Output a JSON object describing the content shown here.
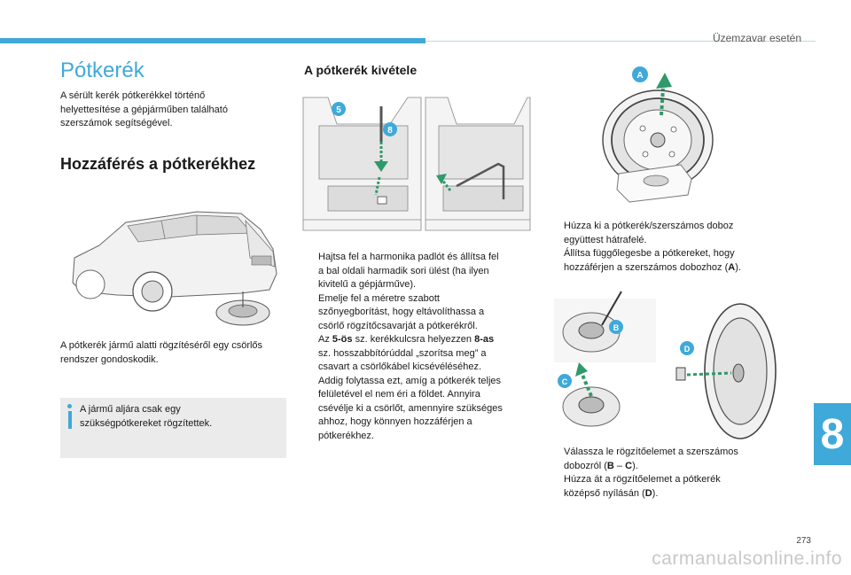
{
  "header": {
    "section_title": "Üzemzavar esetén",
    "chapter_number": "8",
    "page_number": "273"
  },
  "left": {
    "title": "Pótkerék",
    "intro": [
      "A sérült kerék pótkerékkel történő",
      "helyettesítése a gépjárműben található",
      "szerszámok segítségével."
    ],
    "access_heading": "Hozzáférés a pótkerékhez",
    "winch_text": [
      "A pótkerék jármű alatti rögzítéséről egy csörlős",
      "rendszer gondoskodik."
    ],
    "info": [
      "A jármű aljára csak egy",
      "szükségpótkereket rögzítettek."
    ]
  },
  "middle": {
    "heading": "A pótkerék kivétele",
    "labels": {
      "five": "5",
      "eight": "8"
    },
    "steps": [
      {
        "mark": "",
        "lines": [
          "Hajtsa fel a harmonika padlót és állítsa fel",
          "a bal oldali harmadik sori ülést (ha ilyen",
          "kivitelű a gépjárműve)."
        ]
      },
      {
        "mark": "",
        "lines": [
          "Emelje fel a méretre szabott",
          "szőnyegborítást, hogy eltávolíthassa a",
          "csörlő rögzítőcsavarját a pótkerékről."
        ]
      },
      {
        "mark": "",
        "lines_rich": {
          "p1": "Az ",
          "b1": "5-ös",
          "p2": " sz. kerékkulcsra helyezzen ",
          "b2": "8-as"
        },
        "lines": [
          "sz. hosszabbítórúddal „szorítsa meg” a",
          "csavart a csörlőkábel kicsévéléséhez.",
          "Addig folytassa ezt, amíg a pótkerék teljes",
          "felületével el nem éri a földet. Annyira",
          "csévélje ki a csörlőt, amennyire szükséges",
          "ahhoz, hogy könnyen hozzáférjen a",
          "pótkerékhez."
        ]
      }
    ]
  },
  "right": {
    "labels": {
      "a": "A",
      "b": "B",
      "c": "C",
      "d": "D"
    },
    "steps_top": [
      {
        "mark": "",
        "lines": [
          "Húzza ki a pótkerék/szerszámos doboz",
          "együttest hátrafelé."
        ]
      },
      {
        "mark": "",
        "text1": "Állítsa függőlegesbe a pótkereket, hogy",
        "text2": "hozzáférjen a szerszámos dobozhoz (",
        "bold": "A",
        "text3": ")."
      }
    ],
    "steps_bottom": [
      {
        "mark": "",
        "text1": "Válassza le rögzítőelemet a szerszámos",
        "text2": "dobozról (",
        "bold1": "B",
        "mid": " – ",
        "bold2": "C",
        "text3": ")."
      },
      {
        "mark": "",
        "text1": "Húzza át a rögzítőelemet a pótkerék",
        "text2": "középső nyílásán (",
        "bold": "D",
        "text3": ")."
      }
    ]
  },
  "footer": {
    "watermark": "carmanualsonline.info"
  },
  "colors": {
    "accent": "#3fa9d9",
    "arrow_green": "#2f9a6a",
    "info_bg": "#ebebeb"
  }
}
